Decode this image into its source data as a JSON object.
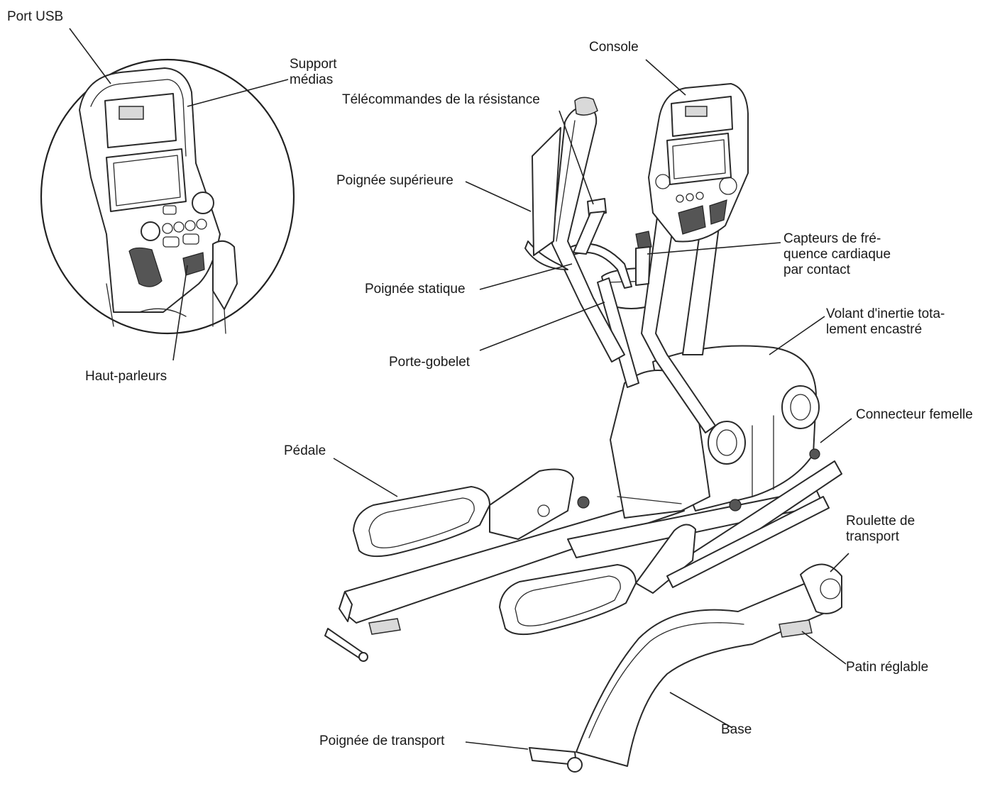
{
  "labels": {
    "port_usb": "Port USB",
    "support_medias": "Support\nmédias",
    "haut_parleurs": "Haut-parleurs",
    "console": "Console",
    "telecommandes": "Télécommandes de la résistance",
    "poignee_superieure": "Poignée supérieure",
    "capteurs": "Capteurs de fré-\nquence cardiaque\npar contact",
    "poignee_statique": "Poignée statique",
    "volant": "Volant d'inertie tota-\nlement encastré",
    "porte_gobelet": "Porte-gobelet",
    "connecteur": "Connecteur femelle",
    "pedale": "Pédale",
    "roulette": "Roulette de\ntransport",
    "patin": "Patin réglable",
    "base": "Base",
    "poignee_transport": "Poignée de transport"
  }
}
